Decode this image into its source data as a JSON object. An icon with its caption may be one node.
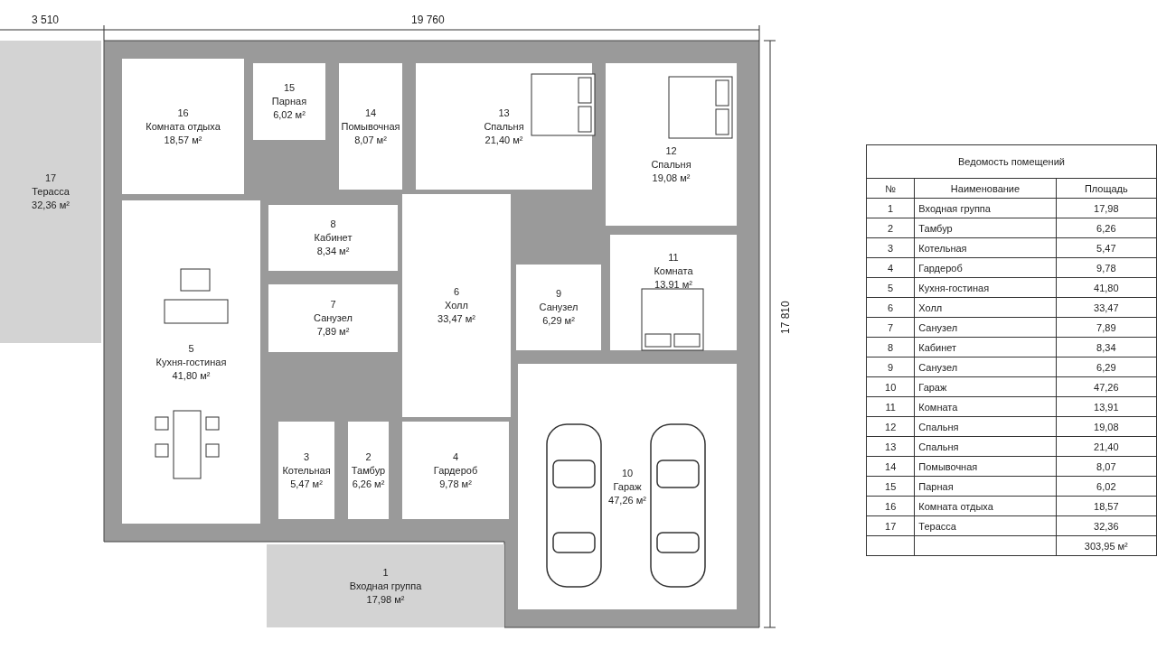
{
  "diagram": {
    "nodes": [
      {
        "text": [
          "1",
          "Входная группа",
          "17,98 м²"
        ]
      },
      {
        "text": [
          "2",
          "Тамбур",
          "6,26 м²"
        ]
      },
      {
        "text": [
          "3",
          "Котельная",
          "5,47 м²"
        ]
      },
      {
        "text": [
          "4",
          "Гардероб",
          "9,78 м²"
        ]
      },
      {
        "text": [
          "5",
          "Кухня-гостиная",
          "41,80 м²"
        ]
      },
      {
        "text": [
          "6",
          "Холл",
          "33,47 м²"
        ]
      },
      {
        "text": [
          "7",
          "Санузел",
          "7,89 м²"
        ]
      },
      {
        "text": [
          "8",
          "Кабинет",
          "8,34 м²"
        ]
      },
      {
        "text": [
          "9",
          "Санузел",
          "6,29 м²"
        ]
      },
      {
        "text": [
          "10",
          "Гараж",
          "47,26 м²"
        ]
      },
      {
        "text": [
          "11",
          "Комната",
          "13,91 м²"
        ]
      },
      {
        "text": [
          "12",
          "Спальня",
          "19,08 м²"
        ]
      },
      {
        "text": [
          "13",
          "Спальня",
          "21,40 м²"
        ]
      },
      {
        "text": [
          "14",
          "Помывочная",
          "8,07 м²"
        ]
      },
      {
        "text": [
          "15",
          "Парная",
          "6,02 м²"
        ]
      },
      {
        "text": [
          "16",
          "Комната отдыха",
          "18,57 м²"
        ]
      },
      {
        "text": [
          "17",
          "Терасса",
          "32,36 м²"
        ]
      }
    ],
    "labels": [
      "3 510",
      "19 760",
      "17 810",
      "Ведомость помещений",
      "№",
      "Наименование",
      "Площадь",
      "1",
      "Входная группа",
      "17,98",
      "2",
      "Тамбур",
      "6,26",
      "3",
      "Котельная",
      "5,47",
      "4",
      "Гардероб",
      "9,78",
      "5",
      "Кухня-гостиная",
      "41,80",
      "6",
      "Холл",
      "33,47",
      "7",
      "Санузел",
      "7,89",
      "8",
      "Кабинет",
      "8,34",
      "9",
      "Санузел",
      "6,29",
      "10",
      "Гараж",
      "47,26",
      "11",
      "Комната",
      "13,91",
      "12",
      "Спальня",
      "19,08",
      "13",
      "Спальня",
      "21,40",
      "14",
      "Помывочная",
      "8,07",
      "15",
      "Парная",
      "6,02",
      "16",
      "Комната отдыха",
      "18,57",
      "17",
      "Терасса",
      "32,36",
      "303,95 м²"
    ]
  }
}
